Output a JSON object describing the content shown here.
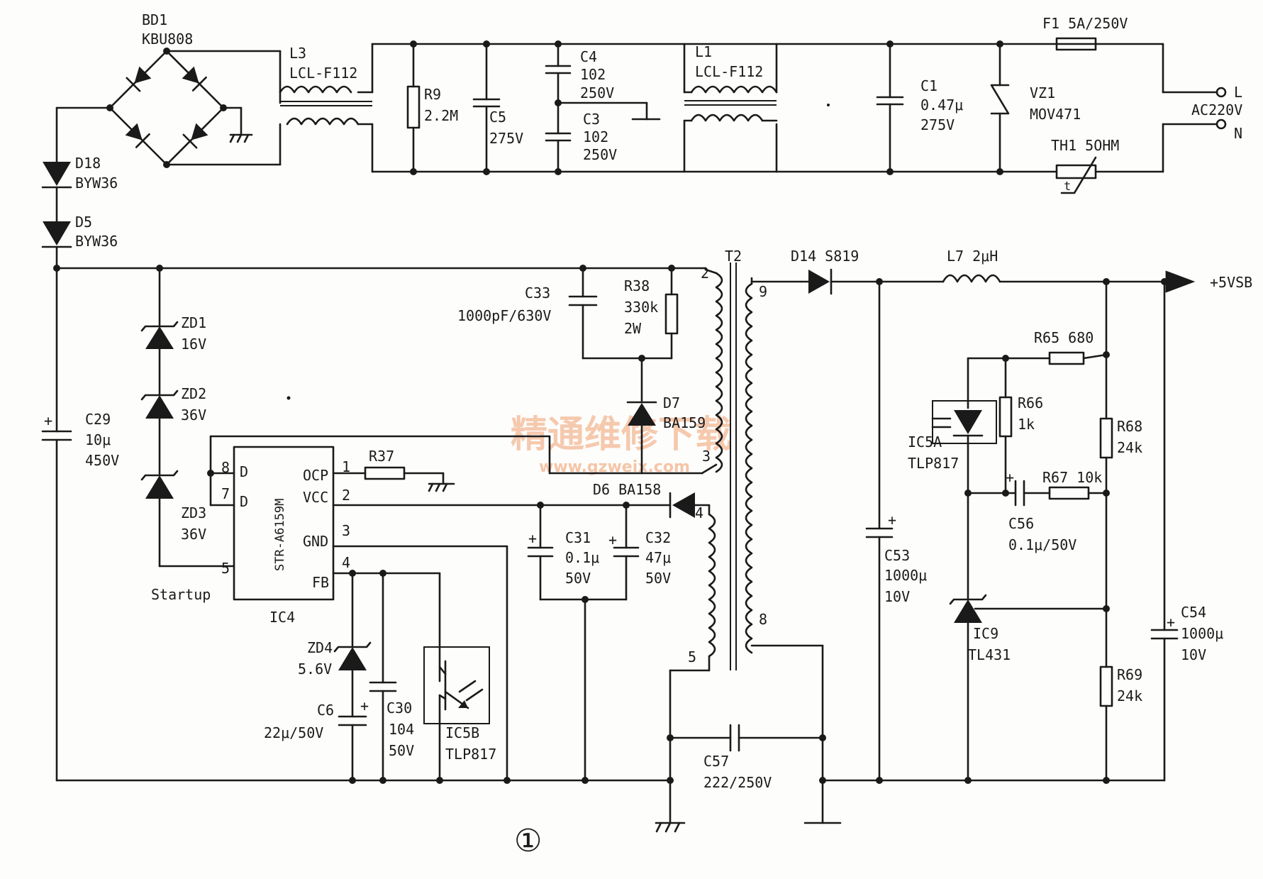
{
  "figure_number": "①",
  "watermark": {
    "text": "精通维修下载",
    "url": "www.gzweix.com"
  },
  "components": {
    "BD1": {
      "ref": "BD1",
      "value": "KBU808"
    },
    "L3": {
      "ref": "L3",
      "value": "LCL-F112"
    },
    "L1": {
      "ref": "L1",
      "value": "LCL-F112"
    },
    "R9": {
      "ref": "R9",
      "value": "2.2M"
    },
    "C5": {
      "ref": "C5",
      "value": "275V"
    },
    "C4": {
      "ref": "C4",
      "value": "102",
      "voltage": "250V"
    },
    "C3": {
      "ref": "C3",
      "value": "102",
      "voltage": "250V"
    },
    "C1": {
      "ref": "C1",
      "value": "0.47μ",
      "voltage": "275V"
    },
    "VZ1": {
      "ref": "VZ1",
      "value": "MOV471"
    },
    "F1": {
      "label": "F1  5A/250V"
    },
    "TH1": {
      "label": "TH1 5OHM",
      "symbol": "t"
    },
    "AC": {
      "label": "AC220V",
      "L": "L",
      "N": "N"
    },
    "D18": {
      "ref": "D18",
      "value": "BYW36"
    },
    "D5": {
      "ref": "D5",
      "value": "BYW36"
    },
    "ZD1": {
      "ref": "ZD1",
      "value": "16V"
    },
    "ZD2": {
      "ref": "ZD2",
      "value": "36V"
    },
    "ZD3": {
      "ref": "ZD3",
      "value": "36V"
    },
    "C29": {
      "ref": "C29",
      "value": "10μ",
      "voltage": "450V"
    },
    "C33": {
      "ref": "C33",
      "value": "1000pF/630V"
    },
    "R38": {
      "ref": "R38",
      "value": "330k",
      "power": "2W"
    },
    "D7": {
      "ref": "D7",
      "value": "BA159"
    },
    "T2": {
      "ref": "T2",
      "pins": [
        "2",
        "3",
        "4",
        "5",
        "9",
        "8"
      ]
    },
    "IC4": {
      "ref": "IC4",
      "part": "STR-A6159M",
      "pins": [
        {
          "num": "8",
          "name": "D"
        },
        {
          "num": "7",
          "name": "D"
        },
        {
          "num": "5",
          "name": ""
        },
        {
          "num": "1",
          "name": "OCP"
        },
        {
          "num": "2",
          "name": "VCC"
        },
        {
          "num": "3",
          "name": "GND"
        },
        {
          "num": "4",
          "name": "FB"
        }
      ],
      "startup": "Startup"
    },
    "R37": {
      "ref": "R37"
    },
    "D6": {
      "label": "D6  BA158"
    },
    "C31": {
      "ref": "C31",
      "value": "0.1μ",
      "voltage": "50V"
    },
    "C32": {
      "ref": "C32",
      "value": "47μ",
      "voltage": "50V"
    },
    "ZD4": {
      "ref": "ZD4",
      "value": "5.6V"
    },
    "C6": {
      "ref": "C6",
      "value": "22μ/50V"
    },
    "C30": {
      "ref": "C30",
      "value": "104",
      "voltage": "50V"
    },
    "IC5B": {
      "ref": "IC5B",
      "value": "TLP817"
    },
    "D14": {
      "label": "D14  S819"
    },
    "C53": {
      "ref": "C53",
      "value": "1000μ",
      "voltage": "10V"
    },
    "C57": {
      "ref": "C57",
      "value": "222/250V"
    },
    "L7": {
      "label": "L7  2μH"
    },
    "output": {
      "label": "+5VSB"
    },
    "R65": {
      "label": "R65  680"
    },
    "R66": {
      "ref": "R66",
      "value": "1k"
    },
    "IC5A": {
      "ref": "IC5A",
      "value": "TLP817"
    },
    "R67": {
      "label": "R67  10k"
    },
    "C56": {
      "ref": "C56",
      "value": "0.1μ/50V"
    },
    "R68": {
      "ref": "R68",
      "value": "24k"
    },
    "IC9": {
      "ref": "IC9",
      "value": "TL431"
    },
    "R69": {
      "ref": "R69",
      "value": "24k"
    },
    "C54": {
      "ref": "C54",
      "value": "1000μ",
      "voltage": "10V"
    }
  }
}
